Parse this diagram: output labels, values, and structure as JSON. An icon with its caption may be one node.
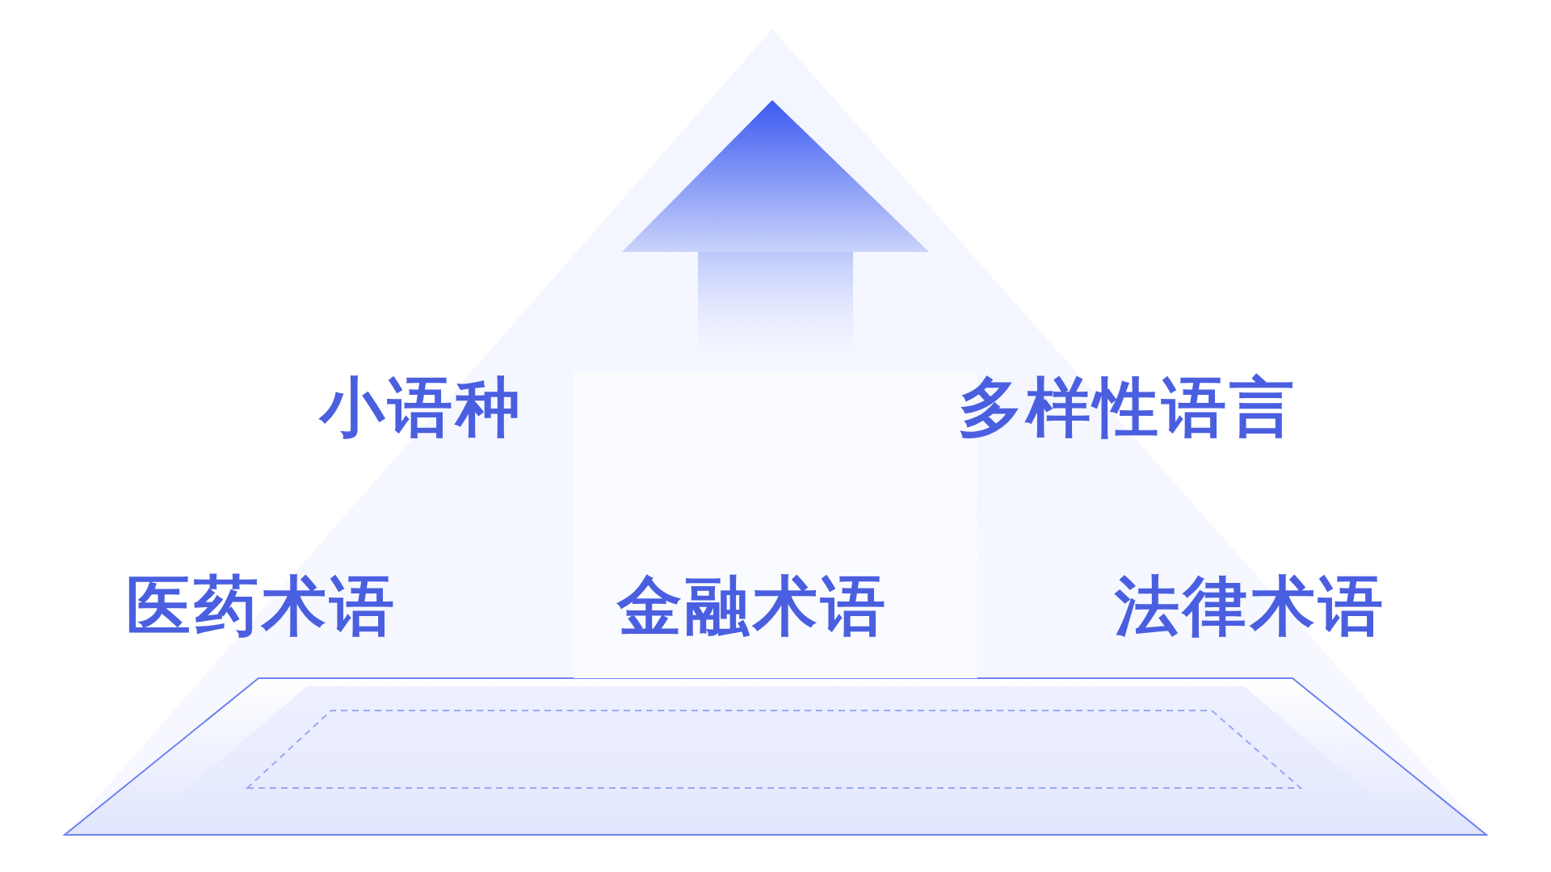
{
  "diagram": {
    "labels": [
      "小语种",
      "多样性语言",
      "医药术语",
      "金融术语",
      "法律术语"
    ]
  }
}
